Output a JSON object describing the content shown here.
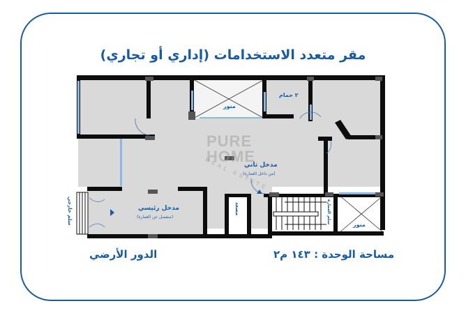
{
  "title": "مقر متعدد الاستخدامات (إداري أو تجاري)",
  "watermark": {
    "line1": "PURE",
    "line2": "HOME",
    "line3": "REAL ESTATE"
  },
  "rooms": {
    "light_well_top": "منور",
    "light_well_bottom": "منور",
    "bathroom": "٢ حمام",
    "second_entrance": "مدخل ثاني",
    "second_entrance_note": "(من داخل العمارة)",
    "main_entrance": "مدخل رئيسي",
    "main_entrance_note": "(منفصل عن العمارة)",
    "exterior_stairs": "سلم خارجي",
    "elevator": "مصعد",
    "building_stairs": "سلم العمارة"
  },
  "footer": {
    "unit_area": "مساحة الوحدة : ١٤٣ م٢",
    "floor": "الدور الأرضي"
  },
  "colors": {
    "accent": "#1a5a9e",
    "wall": "#0d0d0d",
    "floor": "#d8d8d8",
    "window": "#8fb8e0"
  }
}
